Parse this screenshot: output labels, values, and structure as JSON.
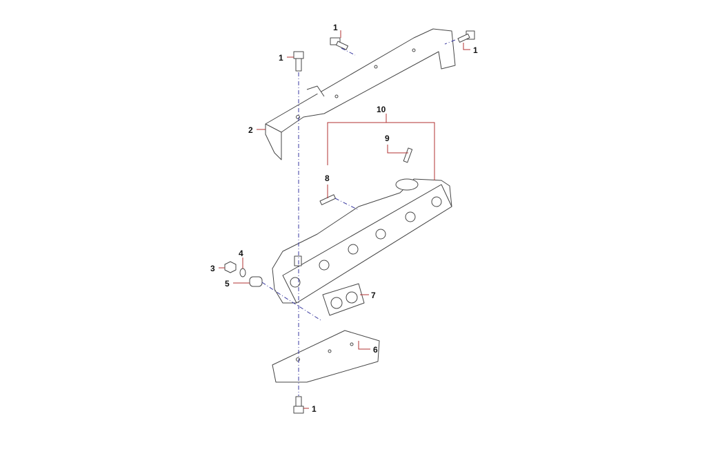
{
  "callouts": {
    "bolt_top": "1",
    "bolt_right": "1",
    "bolt_left": "1",
    "bolt_bottom": "1",
    "heat_shield_upper": "2",
    "nut": "3",
    "washer": "4",
    "spacer": "5",
    "heat_shield_lower": "6",
    "gasket": "7",
    "stud_left": "8",
    "stud_right": "9",
    "manifold_assembly": "10"
  }
}
